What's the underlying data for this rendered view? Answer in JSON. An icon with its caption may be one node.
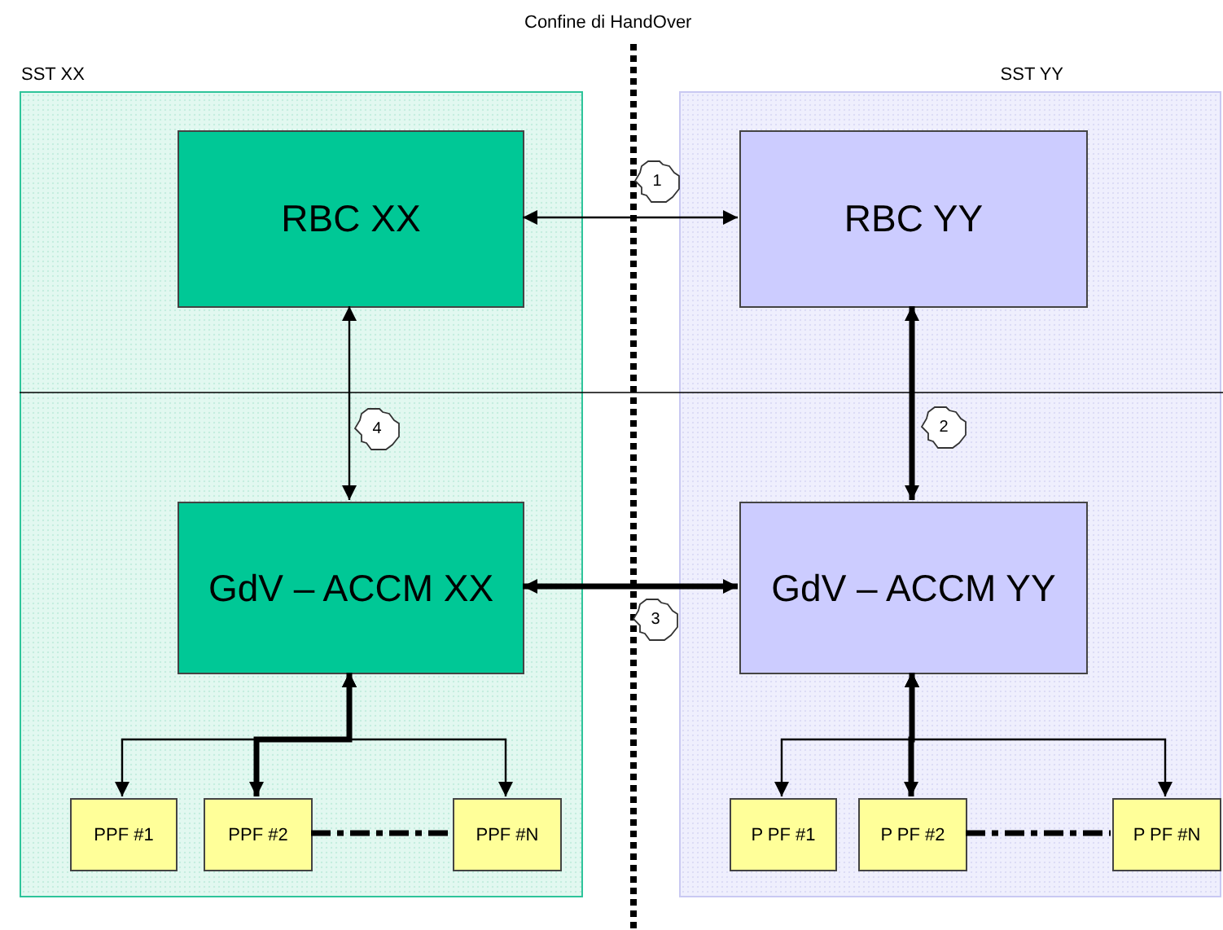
{
  "diagram": {
    "nodes": [
      {
        "text": [
          "SST XX"
        ]
      },
      {
        "text": [
          "SST YY"
        ]
      },
      {
        "text": [
          "RBC XX"
        ],
        "in": 0
      },
      {
        "text": [
          "RBC YY"
        ],
        "in": 1
      },
      {
        "text": [
          "GdV – ACCM XX"
        ],
        "in": 0
      },
      {
        "text": [
          "GdV – ACCM YY"
        ],
        "in": 1
      },
      {
        "text": [
          "PPF #1"
        ],
        "in": 0
      },
      {
        "text": [
          "PPF #2"
        ],
        "in": 0
      },
      {
        "text": [
          "PPF #N"
        ],
        "in": 0
      },
      {
        "text": [
          "P PF #1"
        ],
        "in": 1
      },
      {
        "text": [
          "P PF #2"
        ],
        "in": 1
      },
      {
        "text": [
          "P PF #N"
        ],
        "in": 1
      }
    ],
    "edges": [
      {
        "from": 2,
        "to": 3,
        "arrow": "both",
        "label": "1"
      },
      {
        "from": 3,
        "to": 5,
        "arrow": "both",
        "label": "2",
        "style": "thick"
      },
      {
        "from": 4,
        "to": 5,
        "arrow": "both",
        "label": "3",
        "style": "thick"
      },
      {
        "from": 2,
        "to": 4,
        "arrow": "both",
        "label": "4"
      },
      {
        "from": 4,
        "to": 6,
        "arrow": "both"
      },
      {
        "from": 4,
        "to": 7,
        "arrow": "both",
        "style": "thick"
      },
      {
        "from": 4,
        "to": 8,
        "arrow": "both"
      },
      {
        "from": 7,
        "to": 8,
        "arrow": "none",
        "style": "dashed"
      },
      {
        "from": 5,
        "to": 9,
        "arrow": "both"
      },
      {
        "from": 5,
        "to": 10,
        "arrow": "both",
        "style": "thick"
      },
      {
        "from": 5,
        "to": 11,
        "arrow": "both"
      },
      {
        "from": 10,
        "to": 11,
        "arrow": "none",
        "style": "dashed"
      }
    ],
    "labels": [
      "Confine di HandOver"
    ]
  }
}
